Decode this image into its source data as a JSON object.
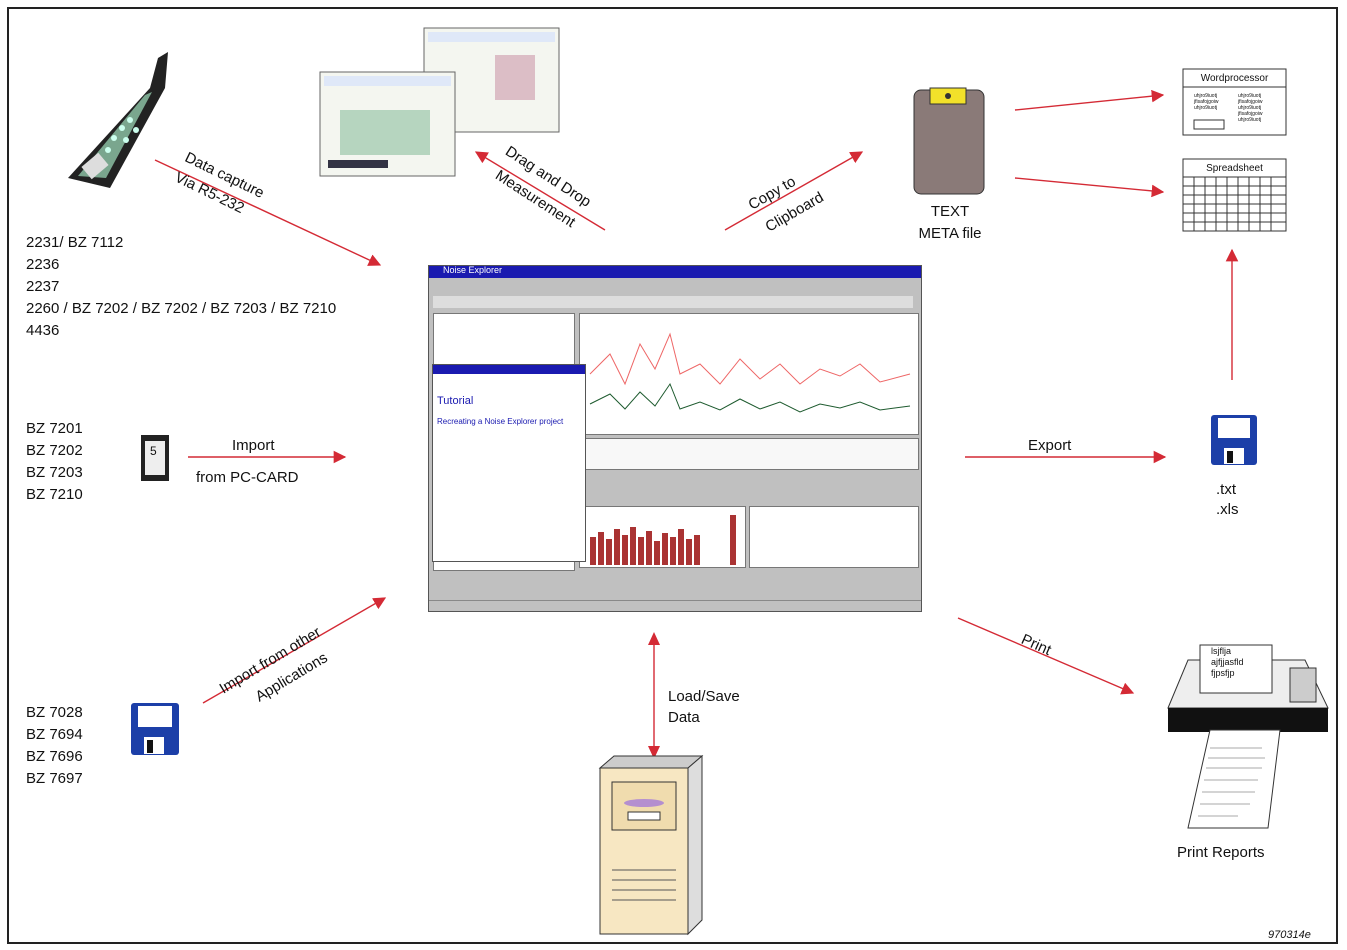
{
  "diagram_id": "970314e",
  "sources": {
    "serial_models": [
      "2231/ BZ 7112",
      "2236",
      "2237",
      "2260 / BZ 7202 / BZ 7202 / BZ 7203 / BZ 7210",
      "4436"
    ],
    "pccard_models": [
      "BZ 7201",
      "BZ 7202",
      "BZ 7203",
      "BZ 7210"
    ],
    "other_app_models": [
      "BZ 7028",
      "BZ 7694",
      "BZ 7696",
      "BZ 7697"
    ]
  },
  "arrows": {
    "data_capture_1": "Data capture",
    "data_capture_2": "Via R5-232",
    "drag_drop_1": "Drag and Drop",
    "drag_drop_2": "Measurement",
    "copy_1": "Copy to",
    "copy_2": "Clipboard",
    "import_1": "Import",
    "import_2": "from PC-CARD",
    "import_other_1": "Import from other",
    "import_other_2": "Applications",
    "export": "Export",
    "print": "Print",
    "load_save_1": "Load/Save",
    "load_save_2": "Data"
  },
  "targets": {
    "clipboard_1": "TEXT",
    "clipboard_2": "META file",
    "wordprocessor_title": "Wordprocessor",
    "wordprocessor_lines": [
      "uhjro9iuotj",
      "jfisafojgoiw",
      "uhjro9iuotj",
      "uhjro9iuotj",
      "jfisafojgoiw",
      "uhjro9iuotj",
      "jfisafojgoiw",
      "uhjro9iuotj"
    ],
    "spreadsheet_title": "Spreadsheet",
    "export_ext_1": ".txt",
    "export_ext_2": ".xls",
    "print_reports": "Print Reports",
    "printer_paper": [
      "lsjfljа",
      "ajfjjasfld",
      "fjpsfjp"
    ],
    "card_label": "5"
  },
  "colors": {
    "arrow": "#d42a35",
    "clipboard": "#8a7a78",
    "clip": "#f2e12a",
    "floppy": "#1c3fa8",
    "titlebar": "#1a1ab0"
  },
  "screenshot": {
    "title": "Noise Explorer",
    "tutorial_heading": "Tutorial",
    "tutorial_link": "Recreating a Noise Explorer project"
  }
}
